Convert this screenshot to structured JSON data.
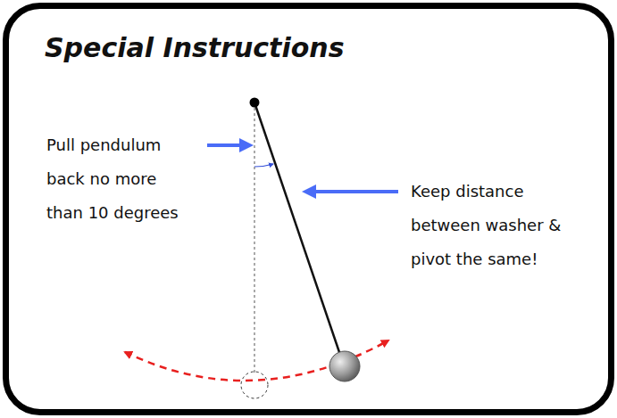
{
  "diagram": {
    "title": "Special Instructions",
    "labels": [
      "Pull pendulum back no more than 10 degrees",
      "Keep distance between washer & pivot the same!"
    ]
  }
}
